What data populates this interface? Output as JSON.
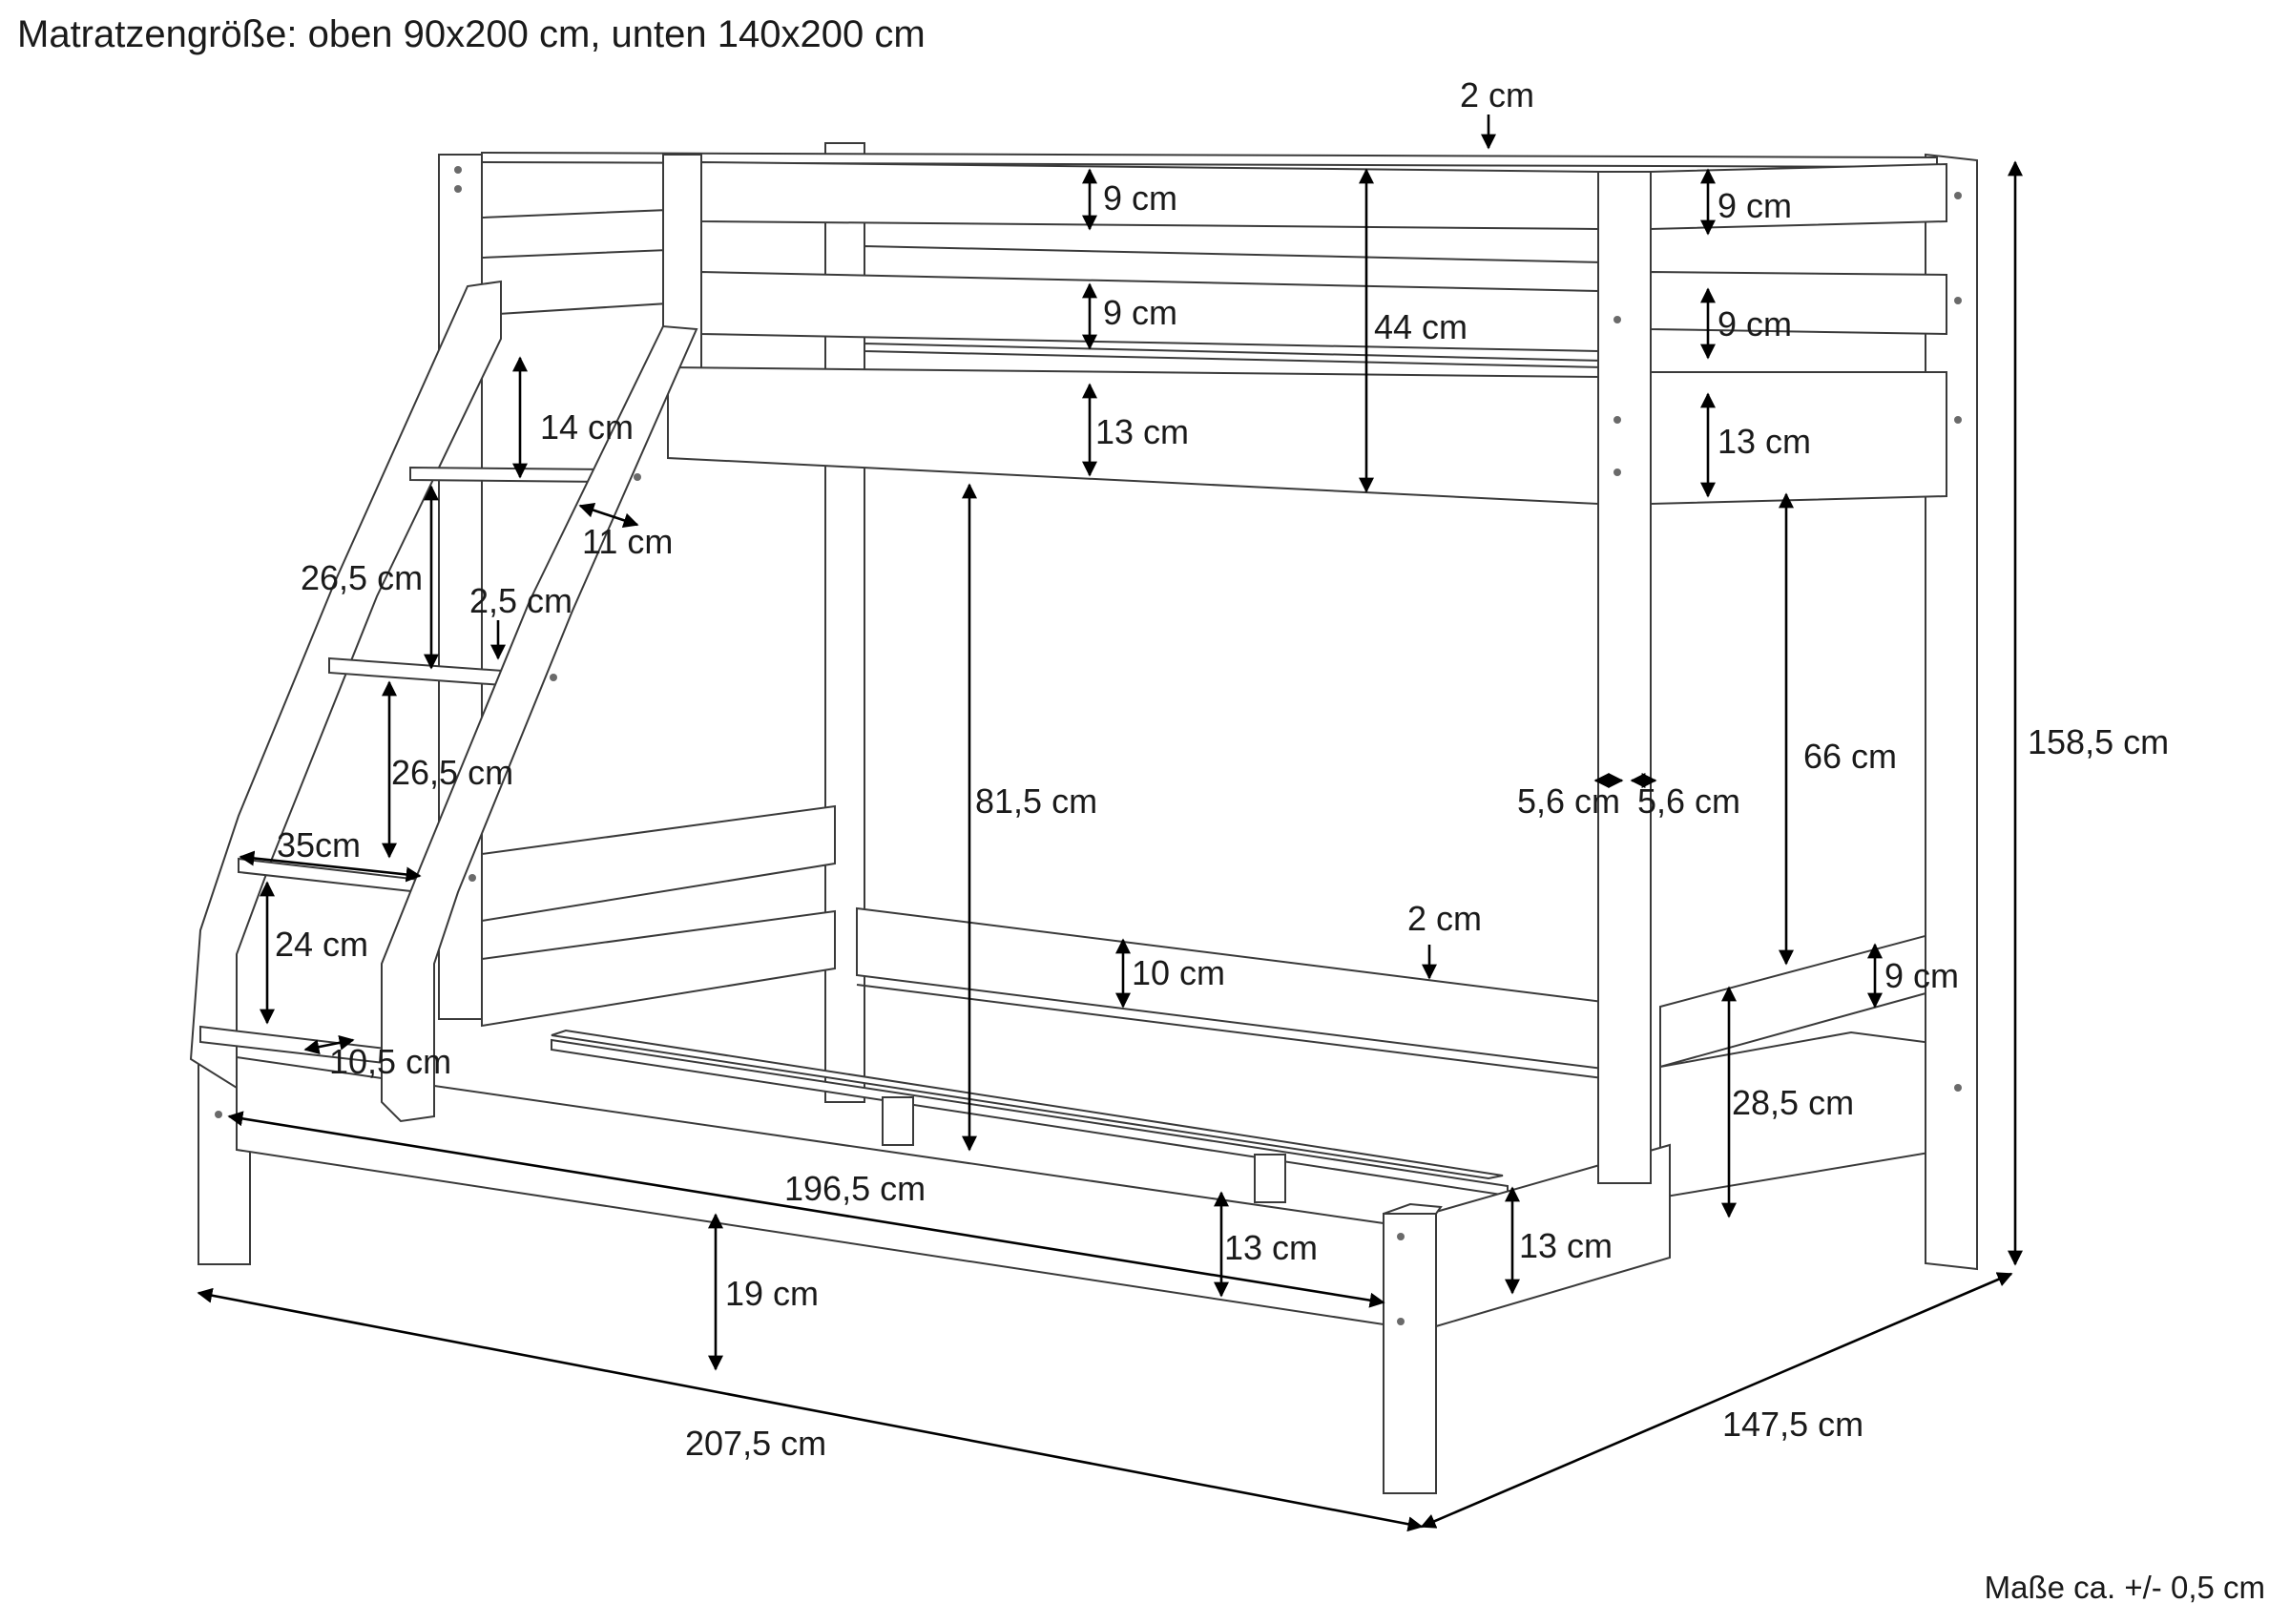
{
  "header": {
    "title": "Matratzengröße: oben 90x200 cm, unten 140x200 cm"
  },
  "footer": {
    "tolerance": "Maße ca. +/- 0,5 cm"
  },
  "dimensions": {
    "rail_gap_top": "2 cm",
    "upper_rail_1": "9 cm",
    "upper_rail_2": "9 cm",
    "upper_rail_bottom": "13 cm",
    "upper_right_rail_1": "9 cm",
    "upper_right_rail_2": "9 cm",
    "upper_right_rail_bottom": "13 cm",
    "guard_height": "44 cm",
    "ladder_top_step": "14 cm",
    "ladder_stringer": "11 cm",
    "step_spacing_1": "26,5 cm",
    "step_thickness": "2,5 cm",
    "step_spacing_2": "26,5 cm",
    "step_width": "35cm",
    "lowest_step": "24 cm",
    "ladder_depth": "10,5 cm",
    "under_clearance": "81,5 cm",
    "post_width_left": "5,6 cm",
    "post_width_right": "5,6 cm",
    "upper_gap": "66 cm",
    "rail_gap_lower": "2 cm",
    "lower_back_rail": "10 cm",
    "lower_guard_rail": "9 cm",
    "lower_clearance": "28,5 cm",
    "inner_length": "196,5 cm",
    "lower_side_board": "13 cm",
    "lower_end_board": "13 cm",
    "floor_clearance": "19 cm",
    "total_length": "207,5 cm",
    "total_width": "147,5 cm",
    "total_height": "158,5 cm"
  }
}
